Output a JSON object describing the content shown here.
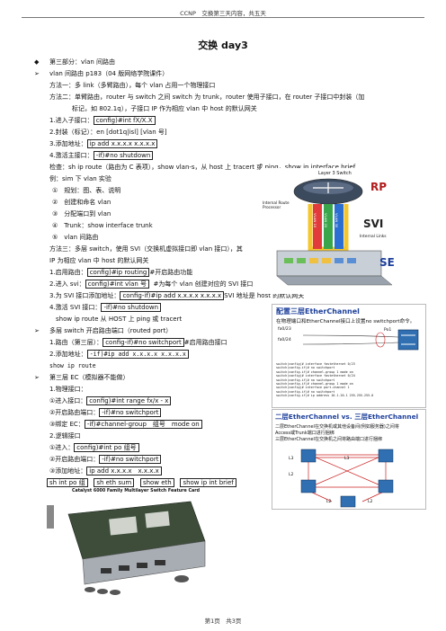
{
  "header": {
    "text": "CCNP　交换第三天内容，共五天"
  },
  "title": "交换 day3",
  "lines": {
    "l1": "第三部分：vlan 间路由",
    "l2": "vlan 间路由 p183（04 版网络学院课件）",
    "l3": "方法一：多 link（多臂路由），每个 vlan 占用一个物理接口",
    "l4a": "方法二：单臂路由，router 与 switch 之间 switch 为 trunk，router 使用子接口，在 router 子接口中封装（加",
    "l4b": "标记，如 802.1q），子接口 IP 作为相应 vlan 中 host 的默认网关",
    "l5pre": "1.进入子接口：",
    "l5box": "config)#int fX/X.X",
    "l6": "2.封装（标记）：en [dot1q|isl] [vlan 号]",
    "l7pre": "3.添加地址：",
    "l7box": "ip add x.x.x.x x.x.x.x",
    "l8pre": "4.激活主接口：",
    "l8box": "-if)#no shutdown",
    "l9": "检查：sh ip route（路由为 C 表项），show vlan-s，从 host 上 tracert 或 ping，show ip interface brief",
    "l10": "例：sim 下 vlan 实验",
    "l11": "①　规划：图、表、说明",
    "l12": "②　创建和命名 vlan",
    "l13": "③　分配端口到 vlan",
    "l14": "④　Trunk：show interface trunk",
    "l15": "⑤　vlan 间路由",
    "l16": "方法三：多层 switch，使用 SVI（交换机虚拟接口即 vlan 接口），其",
    "l17": "IP 为相应 vlan 中 host 的默认网关",
    "l18pre": "1.启用路由：",
    "l18box": "config)#ip routing",
    "l18post": "#开启路由功能",
    "l19pre": "2.进入 svi：",
    "l19box": "config)#int vlan 号",
    "l19post": "#为每个 vlan 创建对应的 SVI 接口",
    "l20pre": "3.为 SVI 接口添加地址：",
    "l20box": "config-if)#ip add x.x.x.x x.x.x.x",
    "l20post": "SVI 地址是 host 的默认网关",
    "l21pre": "4.激活 SVI 接口：",
    "l21box": "-if)#no shutdown",
    "l22": "show ip route 从 HOST 上 ping 或 tracert",
    "l23": "多层 switch 开启路由端口（routed port）",
    "l24pre": "1.路由（第三层）：",
    "l24box": "config-if)#no switchport",
    "l24post": "#启用路由接口",
    "l25pre": "2.添加地址：",
    "l25box": "-if)#ip add x.x.x.x x.x.x.x",
    "l26": "show ip route",
    "l27": "第三层 EC（模拟器不能做）",
    "l28": "1.物理接口：",
    "l29pre": "①进入接口：",
    "l29box": "config)#int range fx/x - x",
    "l30pre": "②开启路由端口：",
    "l30box": "-if)#no switchport",
    "l31pre": "③绑定 EC：",
    "l31box": "-if)#channel-group　组号　mode on",
    "l32": "2.逻辑接口",
    "l33pre": "①进入：",
    "l33box": "config)#int po 组号",
    "l34pre": "②开启路由端口：",
    "l34box": "-if)#no switchport",
    "l35pre": "③添加地址：",
    "l35box": "ip add x.x.x.x　x.x.x.x",
    "l36a": "sh int po 组",
    "l36b": "sh eth sum",
    "l36c": "show eth",
    "l36d": "show ip int brief"
  },
  "diagram_l3": {
    "top_label": "Layer 3 Switch",
    "irp_label": "Internal Route\nProcessor",
    "rp": "RP",
    "svi": "SVI",
    "se": "SE",
    "internal_links": "Internal Links",
    "vlans": [
      "VLAN 10",
      "VLAN 20",
      "VLAN 30"
    ]
  },
  "panel_ec": {
    "title": "配置三层EtherChannel",
    "subtitle": "在物理端口和EtherChannel接口上设置no switchport命令。",
    "port_a": "fa0/23",
    "port_b": "fa0/24",
    "port_c": "Po1",
    "config": "switch(config)# interface fastethernet 0/23\nswitch(config-if)# no switchport\nswitch(config-if)# channel-group 1 mode on\nswitch(config)# interface fastethernet 0/24\nswitch(config-if)# no switchport\nswitch(config-if)# channel-group 1 mode on\nswitch(config)# interface port-channel 1\nswitch(config-if)# no switchport\nswitch(config-if)# ip address 10.1.20.1 255.255.255.0"
  },
  "panel_compare": {
    "title": "二层EtherChannel vs. 三层EtherChannel",
    "line1": "二层EtherChannel在交换机或其他设备间(例如服务器)之间将",
    "line2": "Access或Trunk端口进行捆绑",
    "line3": "三层EtherChannel在交换机之间将路由端口进行捆绑",
    "labels": [
      "L3",
      "L2",
      "L3",
      "L2",
      "L2"
    ]
  },
  "product": {
    "caption": "Catalyst 6000 Family Multilayer Switch Feature Card"
  },
  "footer": "第1页　共3页"
}
